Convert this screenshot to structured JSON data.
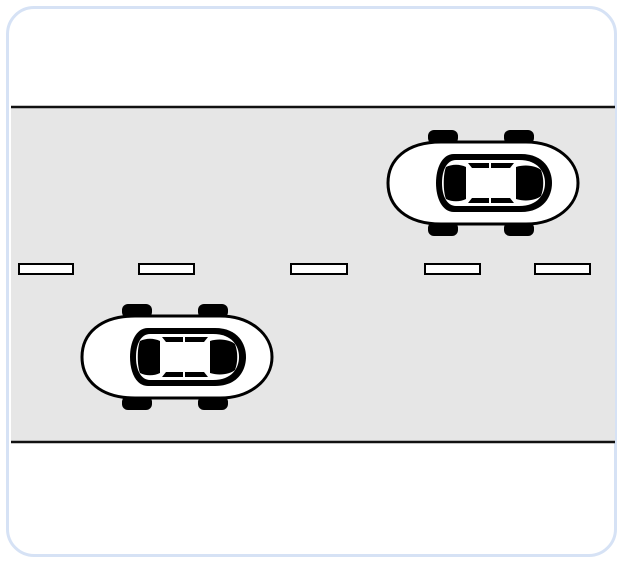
{
  "colors": {
    "frame_border": "#d6e2f5",
    "road_surface": "#e6e6e6",
    "road_edge": "#111111",
    "lane_marking_fill": "#ffffff",
    "car_body": "#ffffff",
    "car_outline": "#000000"
  },
  "scene": {
    "road": {
      "lanes": 2,
      "center_line": "dashed",
      "dash_count": 5
    },
    "cars": [
      {
        "lane": "upper",
        "heading": "left"
      },
      {
        "lane": "lower",
        "heading": "left"
      }
    ]
  }
}
